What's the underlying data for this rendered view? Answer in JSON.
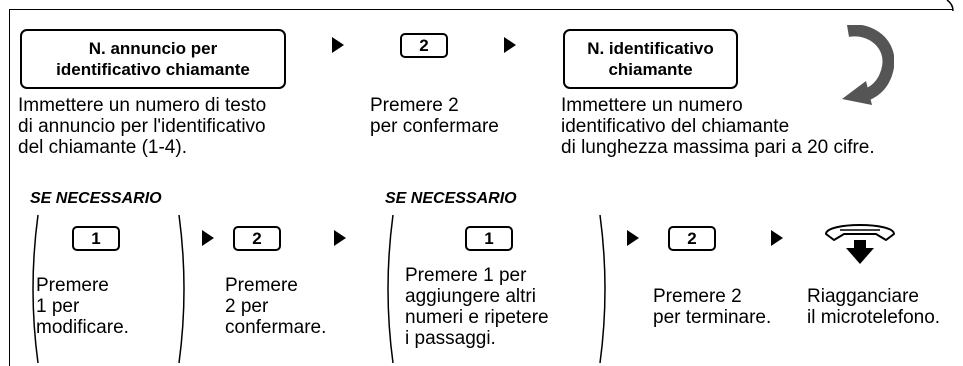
{
  "row1": {
    "step1_box": "N. annuncio per\nidentificativo chiamante",
    "step1_desc": "Immettere un numero di testo\ndi annuncio per l'identificativo\ndel chiamante (1-4).",
    "step2_key": "2",
    "step2_desc": "Premere 2\nper confermare",
    "step3_box": "N. identificativo\nchiamante",
    "step3_desc": "Immettere un numero\nidentificativo del chiamante\ndi lunghezza massima pari a 20 cifre.",
    "icons": [
      "right-arrow-icon",
      "loop-back-arrow-icon"
    ]
  },
  "row2": {
    "optional_label_1": "SE NECESSARIO",
    "optional_label_2": "SE NECESSARIO",
    "opt1_key": "1",
    "opt1_desc": "Premere\n1 per\nmodificare.",
    "confirm_key": "2",
    "confirm_desc": "Premere\n2 per\nconfermare.",
    "opt2_key": "1",
    "opt2_desc": "Premere 1 per\naggiungere altri\nnumeri e ripetere\ni passaggi.",
    "end_key": "2",
    "end_desc": "Premere 2\nper terminare.",
    "hangup_desc": "Riagganciare\nil microtelefono.",
    "icons": [
      "right-arrow-icon",
      "handset-hang-up-icon"
    ]
  }
}
